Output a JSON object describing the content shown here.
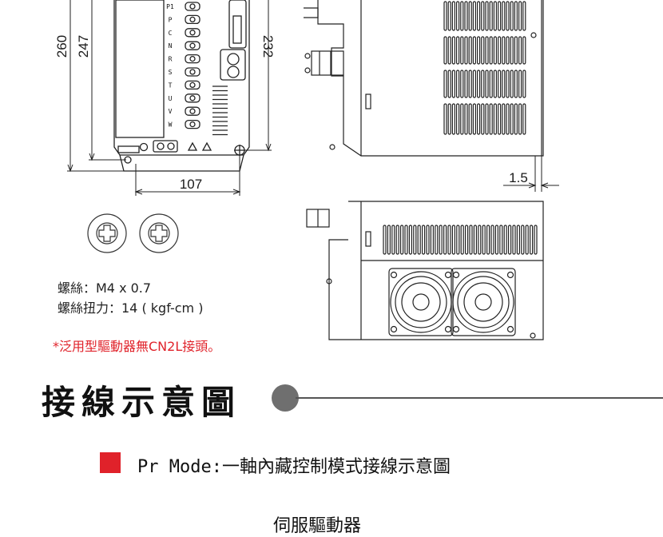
{
  "dimensions": {
    "height_total": "260",
    "height_body": "247",
    "height_side": "232",
    "width": "107",
    "gap": "1.5"
  },
  "terminals": [
    "P1",
    "P",
    "C",
    "N",
    "R",
    "S",
    "T",
    "U",
    "V",
    "W"
  ],
  "notes": {
    "screw": "螺絲：M4 x 0.7",
    "torque": "螺絲扭力：14 ( kgf-cm )",
    "cn2l": "*泛用型驅動器無CN2L接頭。"
  },
  "section": {
    "title": "接線示意圖",
    "subtitle": "Pr Mode:一軸內藏控制模式接線示意圖",
    "partial_label": "伺服驅動器"
  },
  "colors": {
    "accent_red": "#e0222a",
    "ink": "#1a1a1a",
    "dot_gray": "#6f6f6f"
  }
}
